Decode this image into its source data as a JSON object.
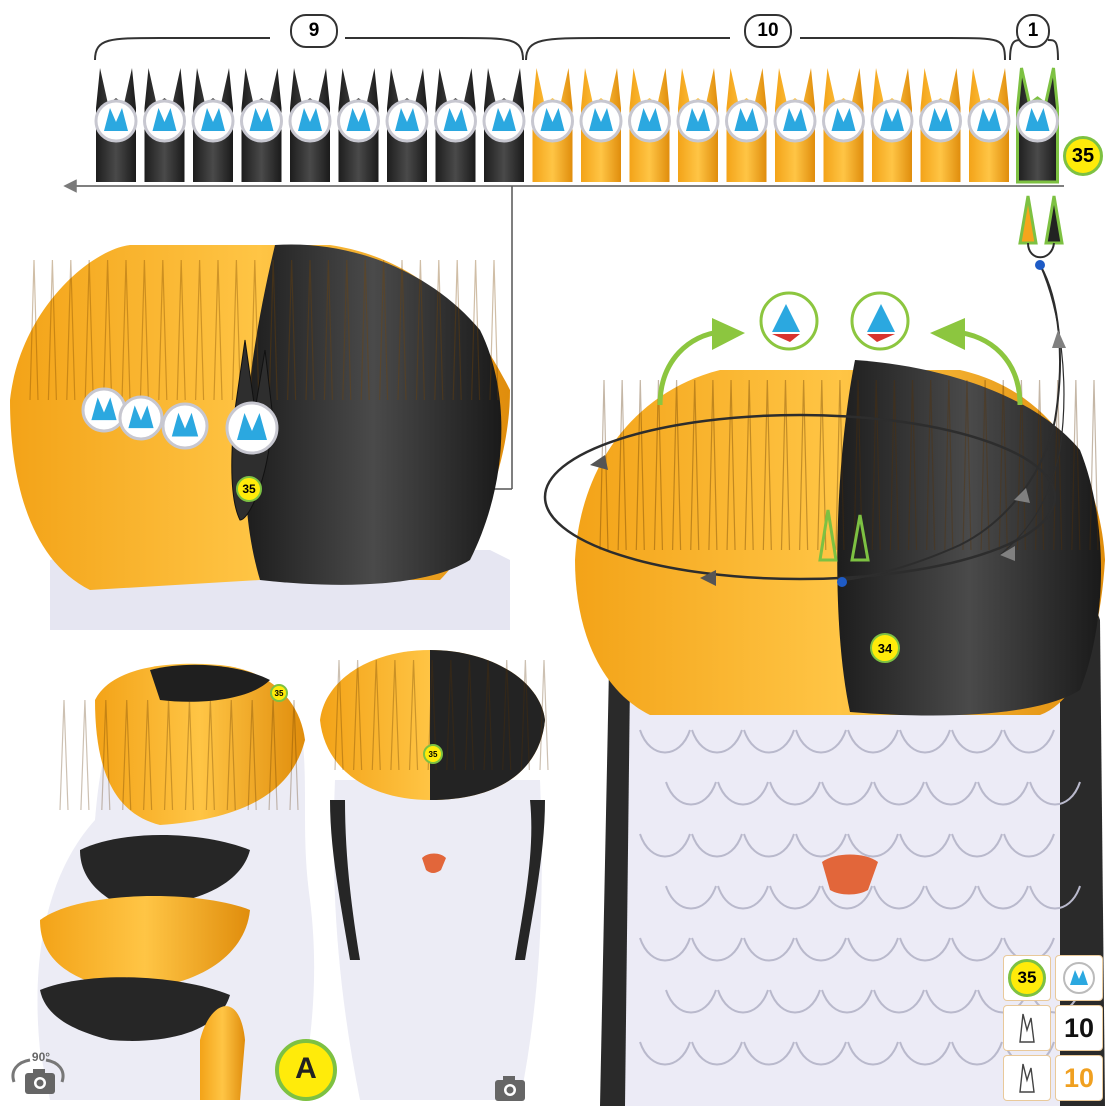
{
  "top_row": {
    "group_black": {
      "label": "9",
      "count": 9,
      "color": "#262626"
    },
    "group_orange": {
      "label": "10",
      "count": 10,
      "color": "#f6a51c"
    },
    "group_green": {
      "label": "1",
      "count": 1,
      "color": "#2b2b2b"
    },
    "row_badge": "35"
  },
  "markers": {
    "top_left_photo": "35",
    "main_photo": "34",
    "small_photo_left": "35",
    "small_photo_right": "35"
  },
  "view_label": "A",
  "rotate_label": "90°",
  "legend": {
    "row_number": "35",
    "black_count": "10",
    "orange_count": "10",
    "black_color": "#111111",
    "orange_color": "#f0a020"
  },
  "colors": {
    "orange": "#f6a51c",
    "black": "#262626",
    "white_piece": "#e8e8f4",
    "green": "#7dc142",
    "badge_yellow": "#ffeb0a",
    "blue": "#2ba8e0"
  }
}
